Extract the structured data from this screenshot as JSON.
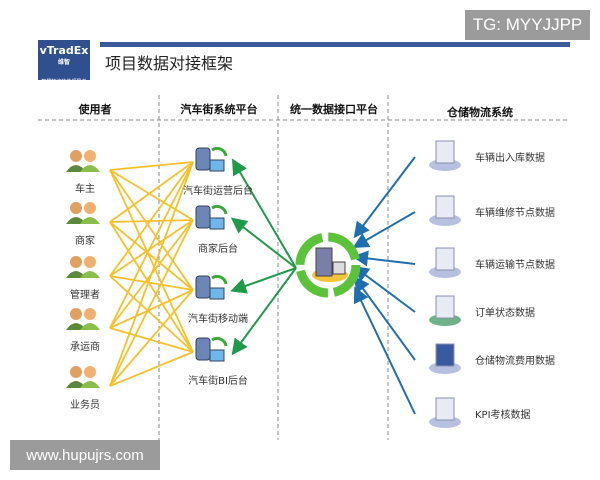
{
  "watermark_top": "TG: MYYJJPP",
  "watermark_bottom": "www.hupujrs.com",
  "logo": {
    "brand": "vTradEx",
    "suffix": "维智",
    "tagline": "智慧物流软件领导者"
  },
  "title": "项目数据对接框架",
  "columns": [
    "使用者",
    "汽车街系统平台",
    "统一数据接口平台",
    "仓储物流系统"
  ],
  "users": [
    "车主",
    "商家",
    "管理者",
    "承运商",
    "业务员"
  ],
  "platforms": [
    "汽车街运营后台",
    "商家后台",
    "汽车街移动端",
    "汽车街BI后台"
  ],
  "warehouse": [
    "车辆出入库数据",
    "车辆维修节点数据",
    "车辆运输节点数据",
    "订单状态数据",
    "仓储物流费用数据",
    "KPI考核数据"
  ],
  "colors": {
    "user_links": "#f5c02a",
    "platform_links": "#1e9a4a",
    "warehouse_links": "#1f6fb0",
    "header_bar": "#3a5a9a"
  }
}
